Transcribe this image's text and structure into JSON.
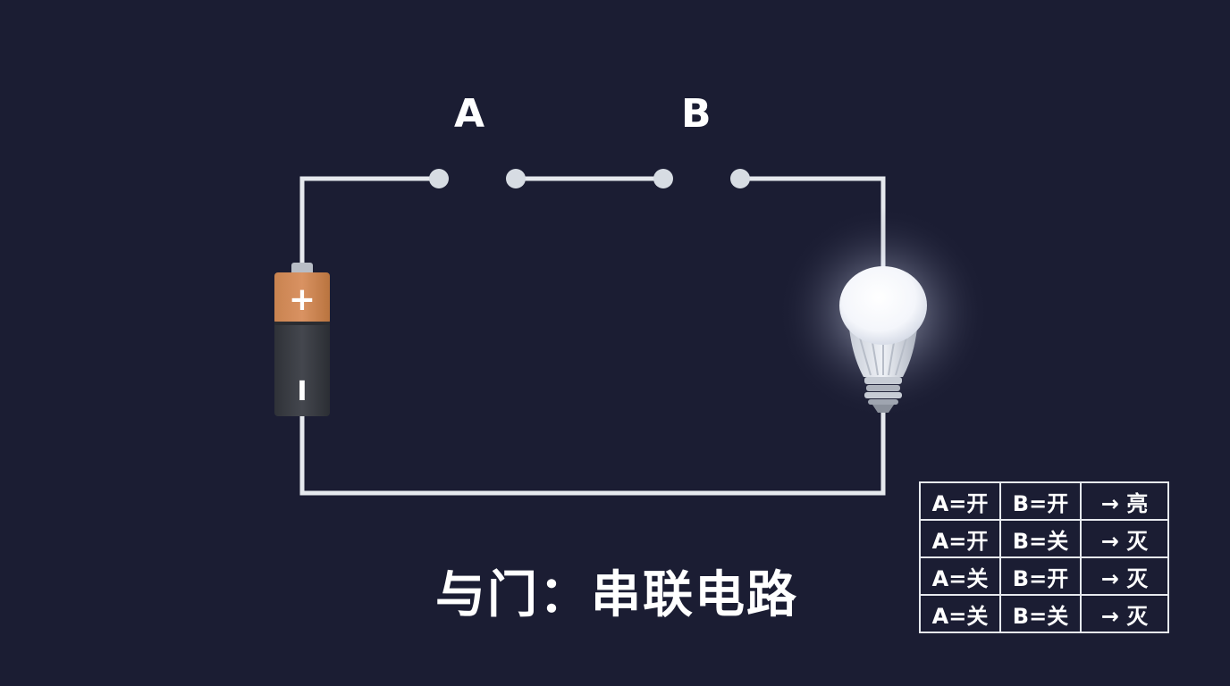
{
  "switches": {
    "a_label": "A",
    "b_label": "B"
  },
  "battery": {
    "positive_symbol": "+",
    "negative_symbol": "I",
    "top_color": "#cf8a55",
    "body_color": "#3a3d44"
  },
  "bulb": {
    "state": "on",
    "glow_color": "#ffffff"
  },
  "title": "与门：串联电路",
  "truth_table": [
    {
      "a": "A=开",
      "b": "B=开",
      "result": "→ 亮"
    },
    {
      "a": "A=开",
      "b": "B=关",
      "result": "→ 灭"
    },
    {
      "a": "A=关",
      "b": "B=开",
      "result": "→ 灭"
    },
    {
      "a": "A=关",
      "b": "B=关",
      "result": "→ 灭"
    }
  ],
  "colors": {
    "background": "#1b1d33",
    "wire": "#e6e9ee",
    "text": "#ffffff"
  }
}
